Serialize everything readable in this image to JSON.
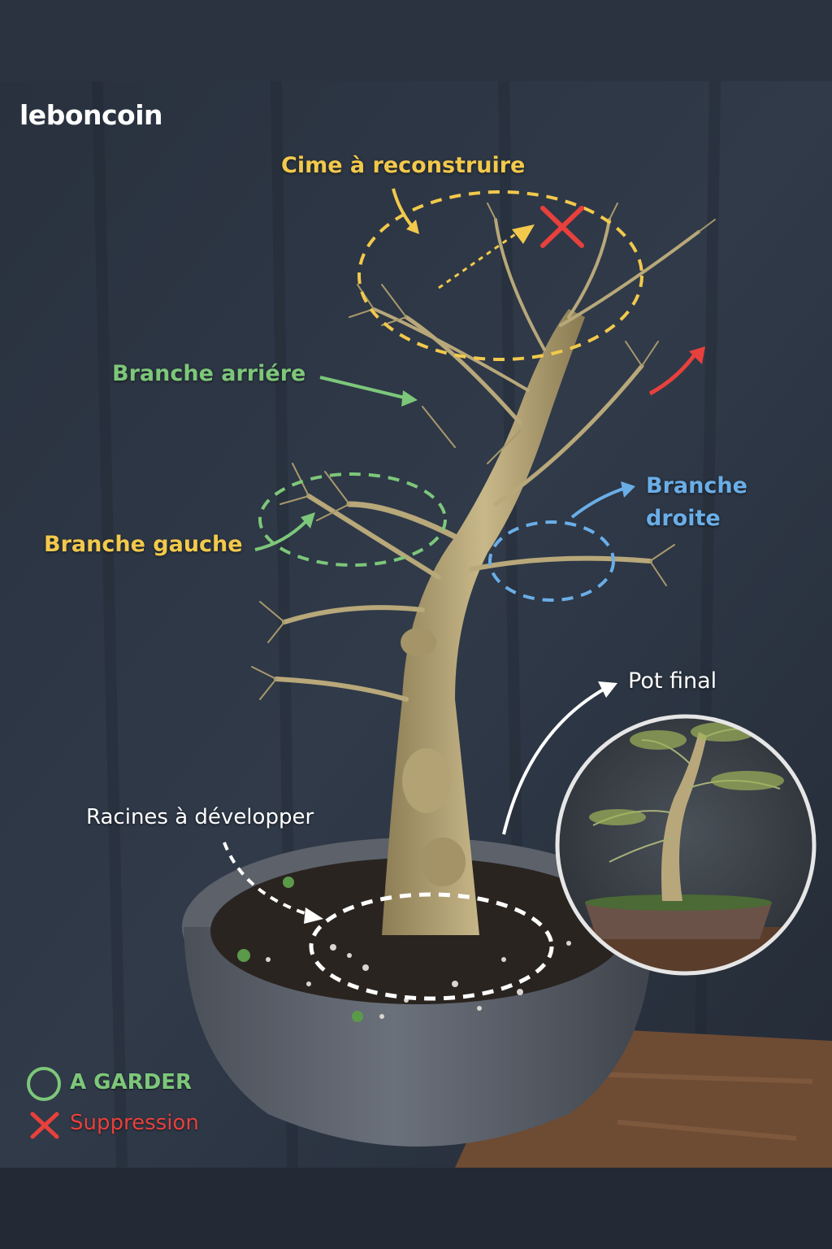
{
  "logo": "leboncoin",
  "labels": {
    "cime": "Cime à reconstruire",
    "arriere": "Branche arriére",
    "gauche": "Branche gauche",
    "droite_line1": "Branche",
    "droite_line2": "droite",
    "pot_final": "Pot final",
    "racines": "Racines à développer"
  },
  "legend": {
    "keep": "A GARDER",
    "remove": "Suppression"
  },
  "colors": {
    "yellow": "#f2c94c",
    "green": "#7dc77a",
    "blue": "#6aaee8",
    "red": "#e8403c",
    "white": "#ffffff"
  }
}
